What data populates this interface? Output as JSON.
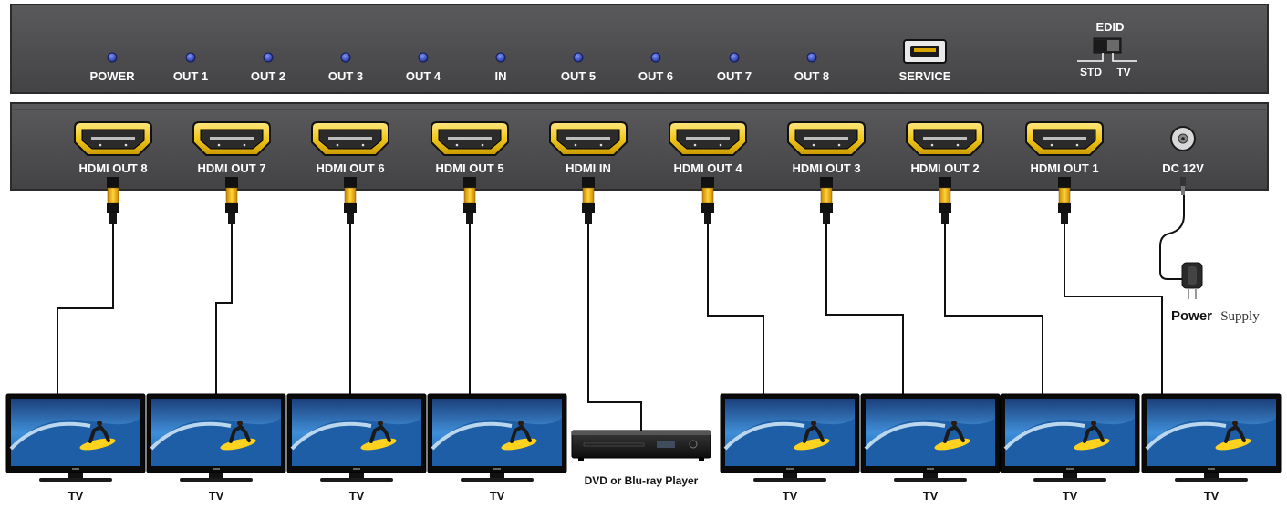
{
  "front_panel": {
    "leds": [
      "POWER",
      "OUT 1",
      "OUT 2",
      "OUT 3",
      "OUT 4",
      "IN",
      "OUT 5",
      "OUT 6",
      "OUT 7",
      "OUT 8"
    ],
    "service_label": "SERVICE",
    "edid": {
      "title": "EDID",
      "left": "STD",
      "right": "TV"
    }
  },
  "rear_panel": {
    "ports": [
      "HDMI OUT 8",
      "HDMI OUT 7",
      "HDMI OUT 6",
      "HDMI OUT 5",
      "HDMI IN",
      "HDMI OUT 4",
      "HDMI OUT 3",
      "HDMI OUT 2",
      "HDMI OUT 1"
    ],
    "dc_label": "DC 12V"
  },
  "devices": {
    "tv_label": "TV",
    "tv_count": 8,
    "player_label": "DVD or Blu-ray Player"
  },
  "power_supply": {
    "bold": "Power",
    "normal": "Supply"
  },
  "colors": {
    "panel": "#4d4d4f",
    "panel_border": "#2b2b2b",
    "led": "#2a3fa8",
    "hdmi_gold": "#f2c81a",
    "cable": "#111111",
    "screen_sky": "#2f74c4",
    "screen_wave": "#cfe6f7"
  }
}
